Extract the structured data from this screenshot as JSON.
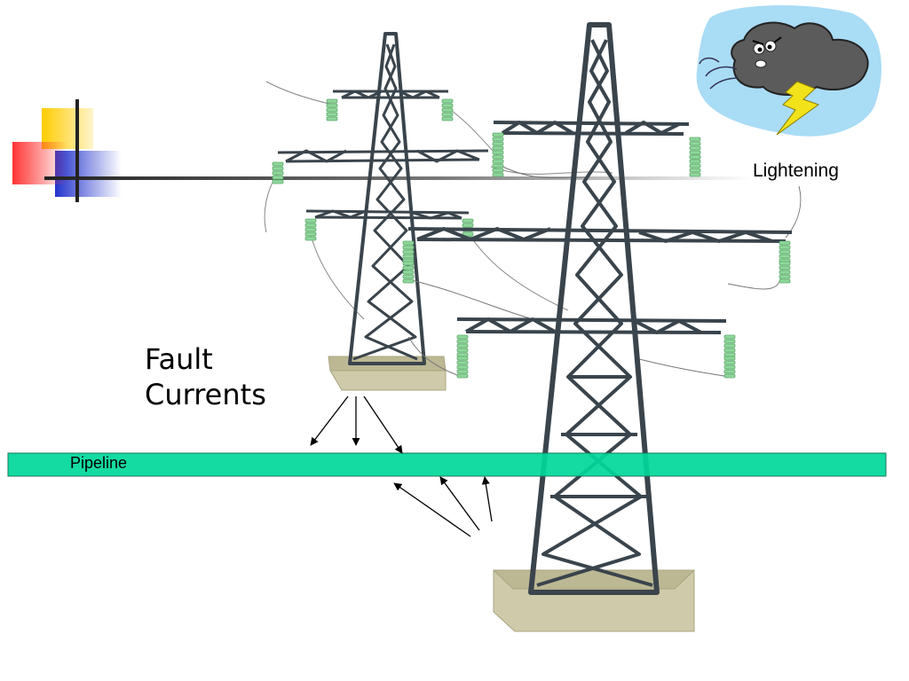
{
  "labels": {
    "fault_currents_line1": "Fault",
    "fault_currents_line2": "Currents",
    "lightening": "Lightening",
    "pipeline": "Pipeline"
  },
  "colors": {
    "pipeline": "#00d89a",
    "tower_steel": "#5a6670",
    "tower_dark": "#3a444c",
    "insulator": "#8ed79a",
    "footing": "#cfcaa9",
    "cloud": "#5b5b5b",
    "bolt": "#f2e21a",
    "sky_patch": "#a9dcf5",
    "deco_yellow": "#ffcc00",
    "deco_red": "#ff3333",
    "deco_blue": "#2233cc"
  },
  "icons": {
    "cloud": "storm-cloud-icon",
    "bolt": "lightning-bolt-icon"
  }
}
